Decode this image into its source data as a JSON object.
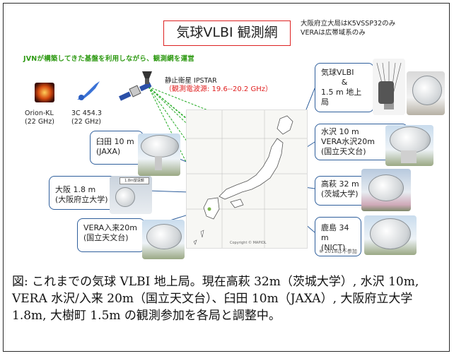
{
  "title": "気球VLBI 観測網",
  "note": {
    "line1": "大阪府立大局はK5VSSP32のみ",
    "line2": "VERAは広帯域系のみ"
  },
  "subtitle": "JVNが構築してきた基盤を利用しながら、観測網を運営",
  "sources": {
    "orion_label": "Orion-KL",
    "orion_freq": "(22 GHz)",
    "quasar_label": "3C 454.3",
    "quasar_freq": "(22 GHz)",
    "satellite_label": "静止衛星 IPSTAR",
    "satellite_freq": "（観測電波源: 19.6--20.2 GHz）"
  },
  "map": {
    "copyright": "Copyright © MAPIOL"
  },
  "stations": {
    "balloon": {
      "line1": "気球VLBI",
      "line2": "&",
      "line3": "1.5 m 地上局"
    },
    "mizusawa": {
      "line1": "水沢 10 m",
      "line2": "VERA水沢20m",
      "line3": "(国立天文台)"
    },
    "usuda": {
      "line1": "臼田 10 m",
      "line2": "(JAXA)"
    },
    "takahagi": {
      "line1": "高萩 32 m",
      "line2": "(茨城大学)"
    },
    "osaka": {
      "line1": "大阪 1.8 m",
      "line2": "(大阪府立大学)"
    },
    "iriki": {
      "line1": "VERA入来20m",
      "line2": "(国立天文台)"
    },
    "kashima": {
      "line1": "鹿島 34 m",
      "line2": "(NICT)",
      "note": "※ 2018は不参加"
    },
    "osaka_photo_label": "1.8m望遠鏡"
  },
  "caption": "図: これまでの気球 VLBI 地上局。現在高萩 32m（茨城大学）, 水沢 10m, VERA 水沢/入来 20m（国立天文台）、臼田 10m（JAXA）, 大阪府立大学 1.8m, 大樹町 1.5m の観測参加を各局と調整中。",
  "colors": {
    "title_border": "#dd2222",
    "subtitle": "#2f9a14",
    "callout_border": "#2f5f9c",
    "beam_lines": "#22aa22",
    "satellite_freq": "#e02020"
  }
}
